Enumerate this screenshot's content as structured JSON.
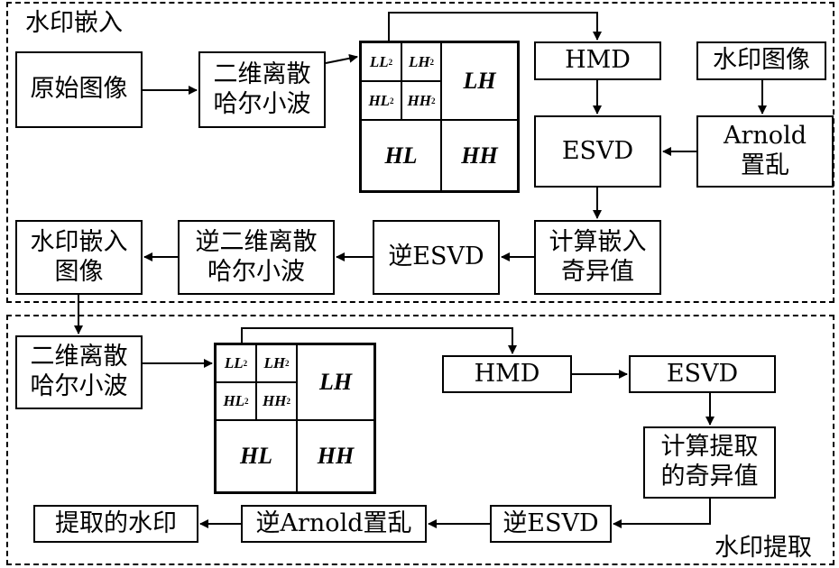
{
  "embed": {
    "title": "水印嵌入",
    "original_image": "原始图像",
    "dwt": [
      "二维离散",
      "哈尔小波"
    ],
    "subbands": {
      "LL2": "LL2",
      "LH2": "LH2",
      "HL2": "HL2",
      "HH2": "HH2",
      "LH": "LH",
      "HL": "HL",
      "HH": "HH"
    },
    "hmd": "HMD",
    "watermark_image": "水印图像",
    "esvd": "ESVD",
    "arnold": [
      "Arnold",
      "置乱"
    ],
    "compute": [
      "计算嵌入",
      "奇异值"
    ],
    "inverse_esvd": "逆ESVD",
    "inverse_dwt": [
      "逆二维离散",
      "哈尔小波"
    ],
    "embedded_image": [
      "水印嵌入",
      "图像"
    ]
  },
  "extract": {
    "title": "水印提取",
    "dwt": [
      "二维离散",
      "哈尔小波"
    ],
    "subbands": {
      "LL2": "LL2",
      "LH2": "LH2",
      "HL2": "HL2",
      "HH2": "HH2",
      "LH": "LH",
      "HL": "HL",
      "HH": "HH"
    },
    "hmd": "HMD",
    "esvd": "ESVD",
    "compute": [
      "计算提取",
      "的奇异值"
    ],
    "inverse_esvd": "逆ESVD",
    "inverse_arnold": "逆Arnold置乱",
    "extracted_watermark": "提取的水印"
  }
}
